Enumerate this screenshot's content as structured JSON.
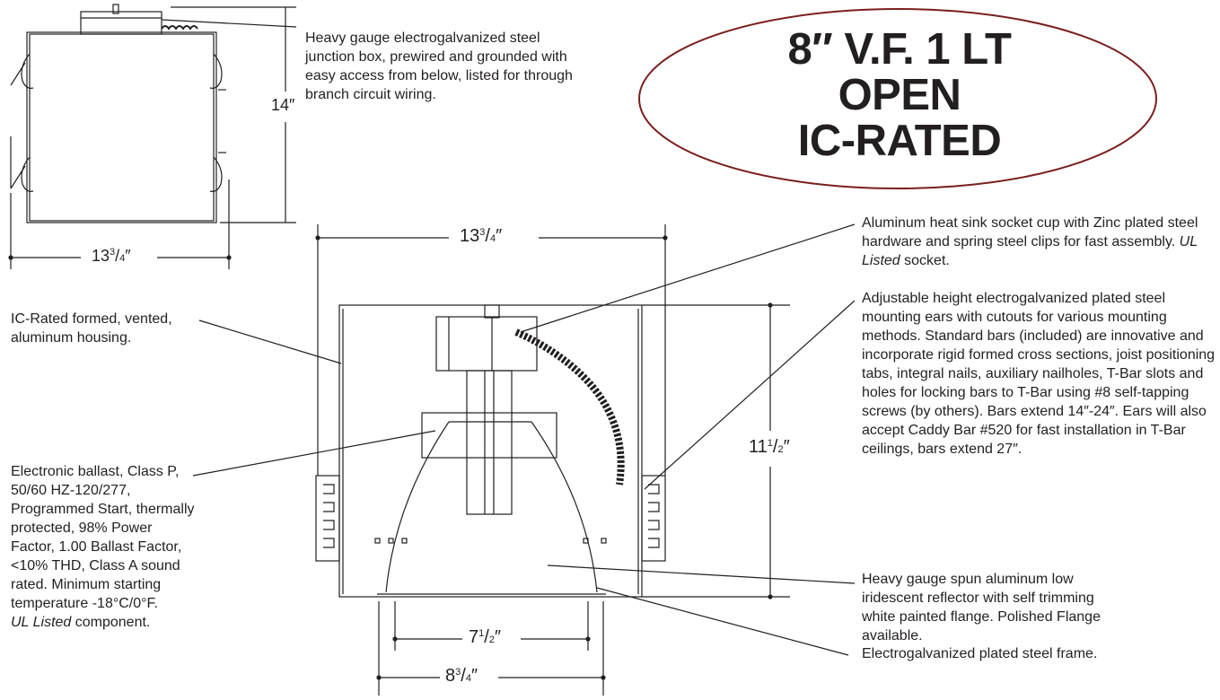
{
  "title": {
    "line1": "8″ V.F. 1 LT",
    "line2": "OPEN",
    "line3": "IC-RATED"
  },
  "colors": {
    "ellipse_stroke": "#7a1f1f",
    "ink": "#231f20"
  },
  "callouts": {
    "junction_box": "Heavy gauge electrogalvanized steel junction box, prewired and grounded with easy access from below, listed for through branch circuit wiring.",
    "socket_cup_1": "Aluminum heat sink socket cup with Zinc plated steel hardware and spring steel clips for fast assembly.",
    "socket_cup_ul": "UL Listed",
    "socket_cup_2": " socket.",
    "mounting_ears": "Adjustable height electrogalvanized plated steel mounting ears with cutouts for various mounting methods. Standard bars (included) are innovative and incorporate rigid formed cross sections, joist positioning tabs, integral nails, auxiliary nailholes, T-Bar slots and holes for locking bars to T-Bar using #8 self-tapping screws (by others). Bars extend 14″-24″. Ears will also accept Caddy Bar #520 for fast installation in T-Bar ceilings, bars extend 27″.",
    "housing": "IC-Rated formed, vented, aluminum housing.",
    "ballast": "Electronic ballast, Class P, 50/60 HZ-120/277, Programmed Start, thermally protected, 98% Power Factor, 1.00 Ballast Factor, <10% THD, Class A sound rated. Minimum starting temperature -18°C/0°F.",
    "ballast_ul": "UL Listed",
    "ballast_component": " component.",
    "reflector": "Heavy gauge spun aluminum low iridescent reflector with self trimming white painted flange. Polished Flange available.",
    "frame": "Electrogalvanized plated steel frame."
  },
  "dimensions": {
    "top_height": {
      "whole": "14",
      "unit": "″"
    },
    "top_width": {
      "whole": "13",
      "num": "3",
      "den": "4",
      "unit": "″"
    },
    "main_width": {
      "whole": "13",
      "num": "3",
      "den": "4",
      "unit": "″"
    },
    "main_height": {
      "whole": "11",
      "num": "1",
      "den": "2",
      "unit": "″"
    },
    "aperture": {
      "whole": "7",
      "num": "1",
      "den": "2",
      "unit": "″"
    },
    "flange": {
      "whole": "8",
      "num": "3",
      "den": "4",
      "unit": "″"
    }
  }
}
